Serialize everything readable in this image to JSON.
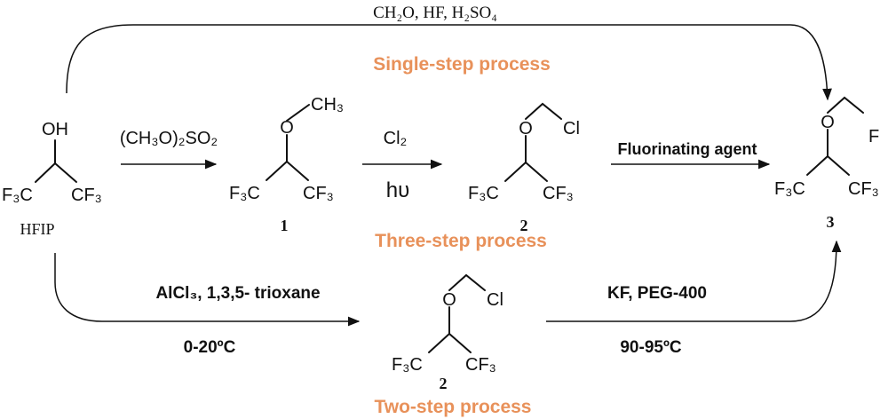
{
  "processes": {
    "single_step": "Single-step process",
    "three_step": "Three-step process",
    "two_step": "Two-step process"
  },
  "reagents": {
    "single_step_reagents": "CH₂O, HF, H₂SO₄",
    "methylating": "(CH₃O)₂SO₂",
    "chlorination": "Cl₂",
    "light": "hυ",
    "fluorinating": "Fluorinating agent",
    "two_step_reagents": "AlCl₃, 1,3,5- trioxane",
    "two_step_temp": "0-20ºC",
    "kf_peg": "KF, PEG-400",
    "kf_temp": "90-95ºC"
  },
  "molecules": {
    "hfip": {
      "label": "HFIP",
      "top": "OH",
      "left": "F₃C",
      "right": "CF₃"
    },
    "m1": {
      "number": "1",
      "o": "O",
      "end": "CH₃",
      "left": "F₃C",
      "right": "CF₃"
    },
    "m2": {
      "number": "2",
      "o": "O",
      "end": "Cl",
      "left": "F₃C",
      "right": "CF₃"
    },
    "m2b": {
      "number": "2",
      "o": "O",
      "end": "Cl",
      "left": "F₃C",
      "right": "CF₃"
    },
    "m3": {
      "number": "3",
      "o": "O",
      "end": "F",
      "left": "F₃C",
      "right": "CF₃"
    }
  },
  "colors": {
    "process_label": "#E8915A",
    "ink": "#111111"
  }
}
